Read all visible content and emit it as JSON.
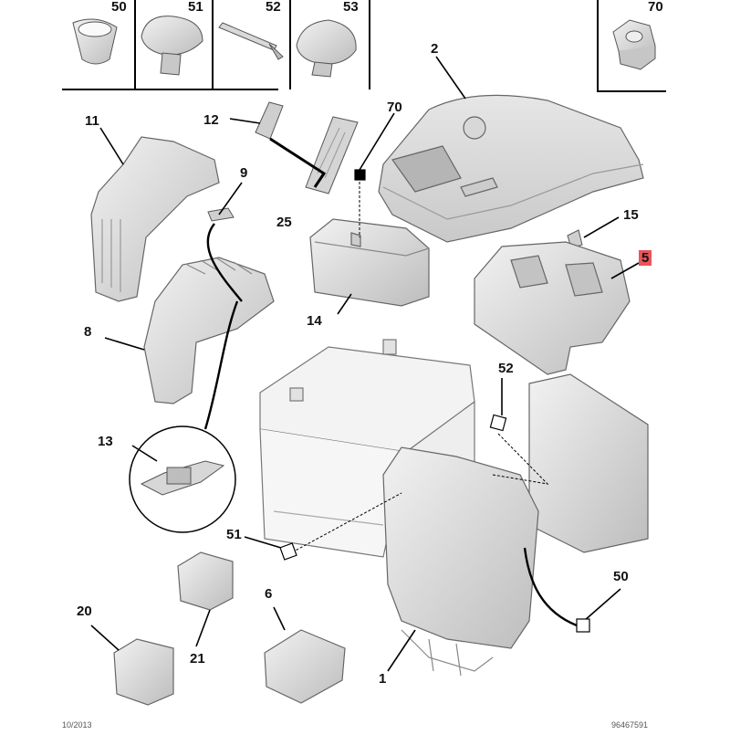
{
  "top_parts": {
    "p50": "50",
    "p51": "51",
    "p52": "52",
    "p53": "53",
    "p70": "70"
  },
  "callouts": {
    "p1": "1",
    "p2": "2",
    "p5": "5",
    "p6": "6",
    "p8": "8",
    "p9": "9",
    "p11": "11",
    "p12": "12",
    "p13": "13",
    "p14": "14",
    "p15": "15",
    "p20": "20",
    "p21": "21",
    "p25": "25",
    "p50": "50",
    "p51": "51",
    "p52": "52",
    "p70": "70"
  },
  "footer": {
    "left": "10/2013",
    "right": "96467591"
  },
  "colors": {
    "highlight": "#e8555a",
    "part_fill": "#d6d6d6",
    "line": "#000000"
  }
}
